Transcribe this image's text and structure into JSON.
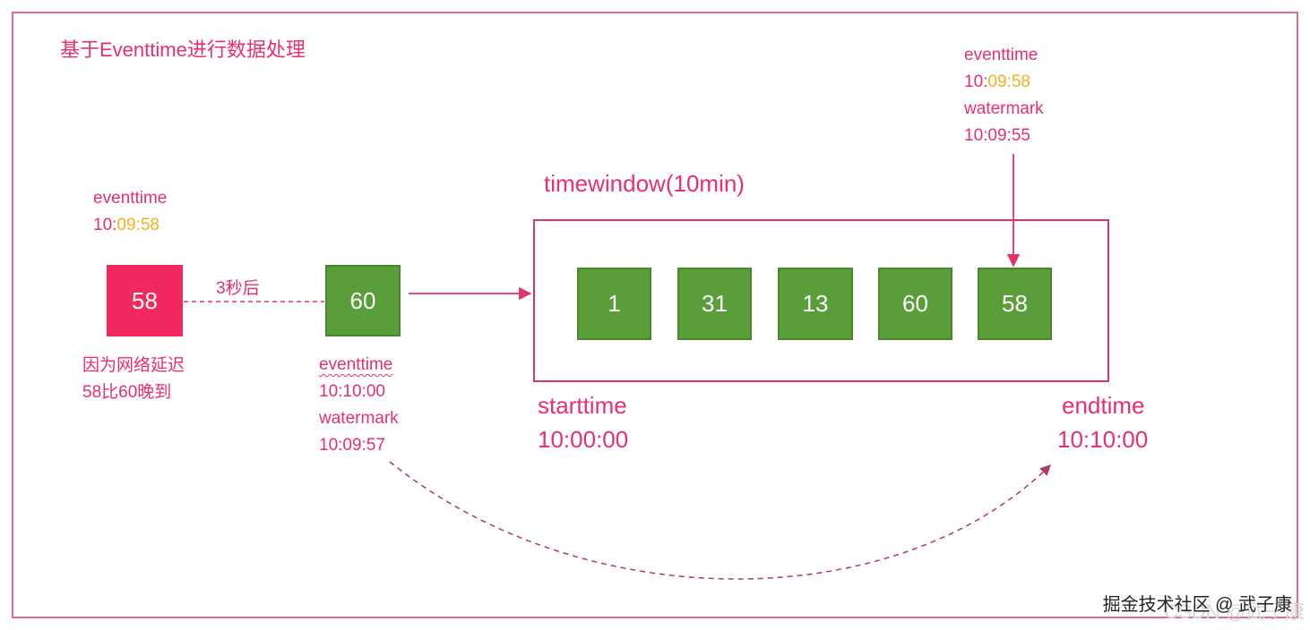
{
  "title": "基于Eventtime进行数据处理",
  "left_event": {
    "label": "eventtime",
    "time_prefix": "10:",
    "time_highlight": "09:58",
    "box_value": "58",
    "note_line1": "因为网络延迟",
    "note_line2": "58比60晚到"
  },
  "delay_label": "3秒后",
  "mid_event": {
    "box_value": "60",
    "eventtime_label": "eventtime",
    "eventtime_value": "10:10:00",
    "watermark_label": "watermark",
    "watermark_value": "10:09:57"
  },
  "window": {
    "title": "timewindow(10min)",
    "items": [
      "1",
      "31",
      "13",
      "60",
      "58"
    ],
    "start_label": "starttime",
    "start_value": "10:00:00",
    "end_label": "endtime",
    "end_value": "10:10:00"
  },
  "top_right": {
    "eventtime_label": "eventtime",
    "time_prefix": "10:",
    "time_highlight": "09:58",
    "watermark_label": "watermark",
    "watermark_value": "10:09:55"
  },
  "credit": "掘金技术社区 @ 武子康",
  "credit_ghost": "CSDN @武子康",
  "colors": {
    "accent": "#e8306a",
    "highlight": "#f0b21e",
    "green_box": "#5a9e3a",
    "red_box": "#f2295f"
  }
}
